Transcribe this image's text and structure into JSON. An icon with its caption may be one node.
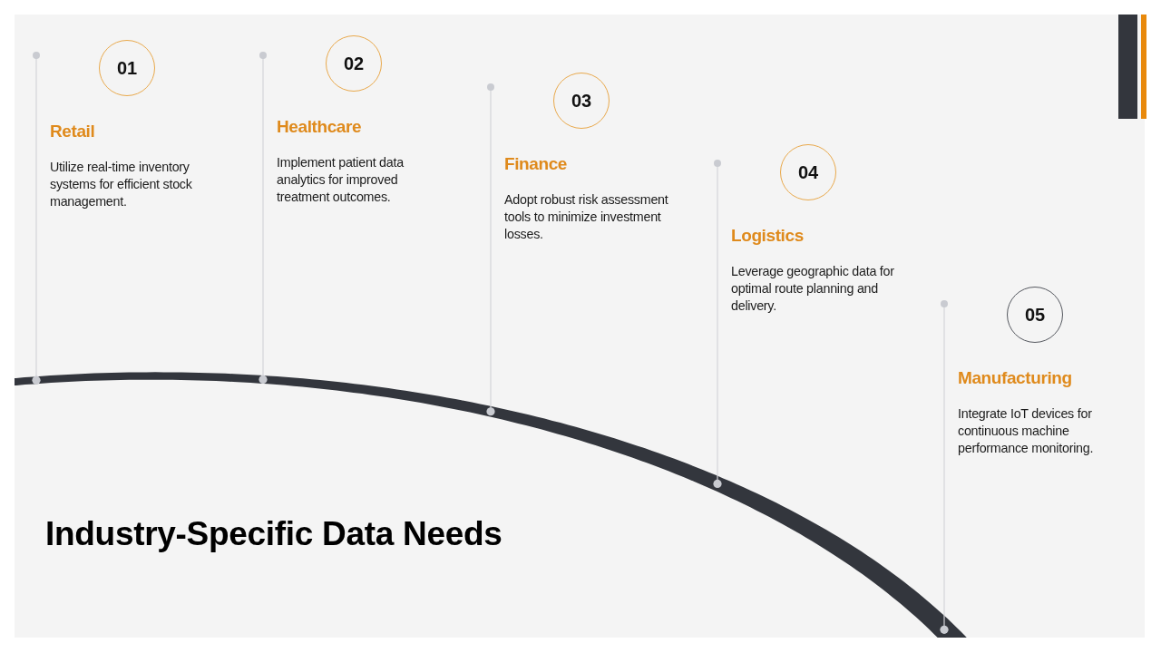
{
  "diagram": {
    "title": "Industry-Specific Data Needs",
    "nodes": [
      {
        "text": [
          "01"
        ],
        "beside": [
          "Retail",
          "Utilize real-time inventory systems for efficient stock management."
        ]
      },
      {
        "text": [
          "02"
        ],
        "beside": [
          "Healthcare",
          "Implement patient data analytics for improved treatment outcomes."
        ]
      },
      {
        "text": [
          "03"
        ],
        "beside": [
          "Finance",
          "Adopt robust risk assessment tools to minimize investment losses."
        ]
      },
      {
        "text": [
          "04"
        ],
        "beside": [
          "Logistics",
          "Leverage geographic data for optimal route planning and delivery."
        ]
      },
      {
        "text": [
          "05"
        ],
        "beside": [
          "Manufacturing",
          "Integrate IoT devices for continuous machine performance monitoring."
        ]
      }
    ]
  }
}
